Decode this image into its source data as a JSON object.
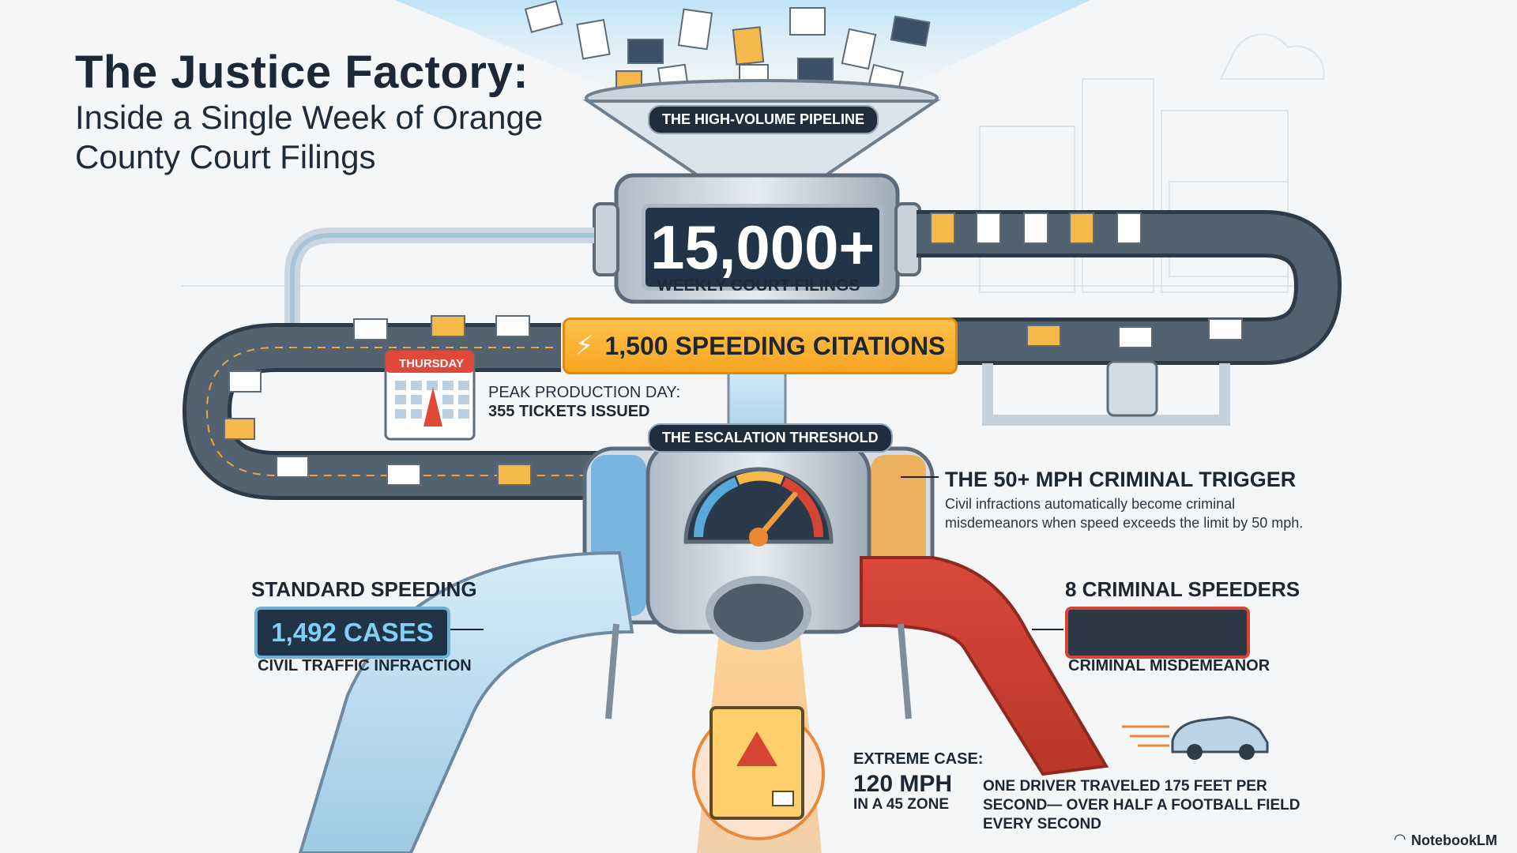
{
  "title": {
    "main": "The Justice Factory:",
    "subtitle": "Inside a Single Week of Orange County Court Filings"
  },
  "pipeline": {
    "label": "THE HIGH-VOLUME PIPELINE",
    "count": "15,000+",
    "count_caption": "WEEKLY COURT FILINGS"
  },
  "citations": {
    "banner": "1,500 SPEEDING CITATIONS",
    "icon": "lightning-bolt-icon"
  },
  "peak_day": {
    "calendar_day": "THURSDAY",
    "label": "PEAK PRODUCTION DAY:",
    "value": "355 TICKETS ISSUED"
  },
  "threshold": {
    "label": "THE ESCALATION THRESHOLD"
  },
  "trigger": {
    "title": "THE 50+ MPH CRIMINAL TRIGGER",
    "description": "Civil infractions automatically become criminal misdemeanors when speed exceeds the limit by 50 mph."
  },
  "standard": {
    "title": "STANDARD SPEEDING",
    "value": "1,492 CASES",
    "caption": "CIVIL TRAFFIC INFRACTION"
  },
  "criminal": {
    "title": "8 CRIMINAL SPEEDERS",
    "caption": "CRIMINAL MISDEMEANOR"
  },
  "extreme": {
    "label": "EXTREME CASE:",
    "speed": "120 MPH",
    "zone": "IN A 45 ZONE",
    "icon": "warning-icon"
  },
  "fact": "ONE DRIVER TRAVELED 175 FEET PER SECOND— OVER HALF A FOOTBALL FIELD EVERY SECOND",
  "brand": "NotebookLM",
  "colors": {
    "accent_orange": "#f5a521",
    "criminal_red": "#d64434",
    "standard_blue": "#6fb1d8",
    "dark_panel": "#223447"
  }
}
